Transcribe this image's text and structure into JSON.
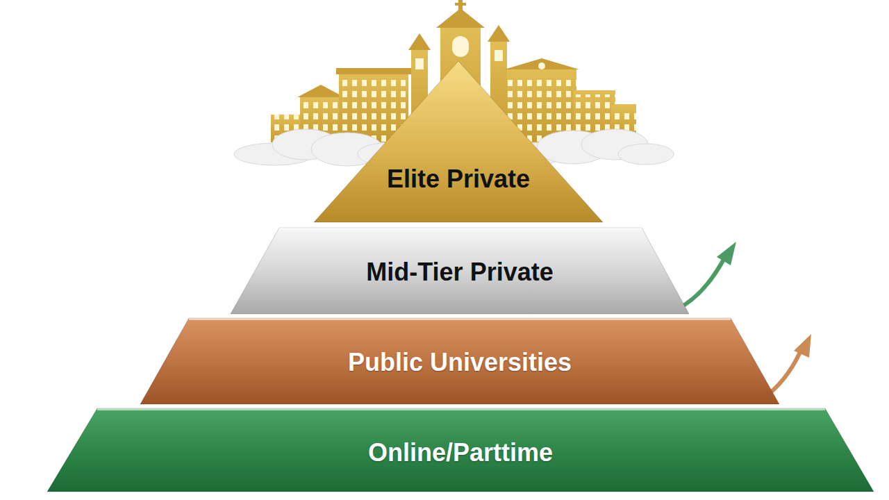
{
  "diagram": {
    "nodes": [
      {
        "text": [
          "Elite Private"
        ]
      },
      {
        "text": [
          "Mid-Tier Private"
        ]
      },
      {
        "text": [
          "Public Universities"
        ]
      },
      {
        "text": [
          "Online/Parttime"
        ]
      }
    ]
  }
}
